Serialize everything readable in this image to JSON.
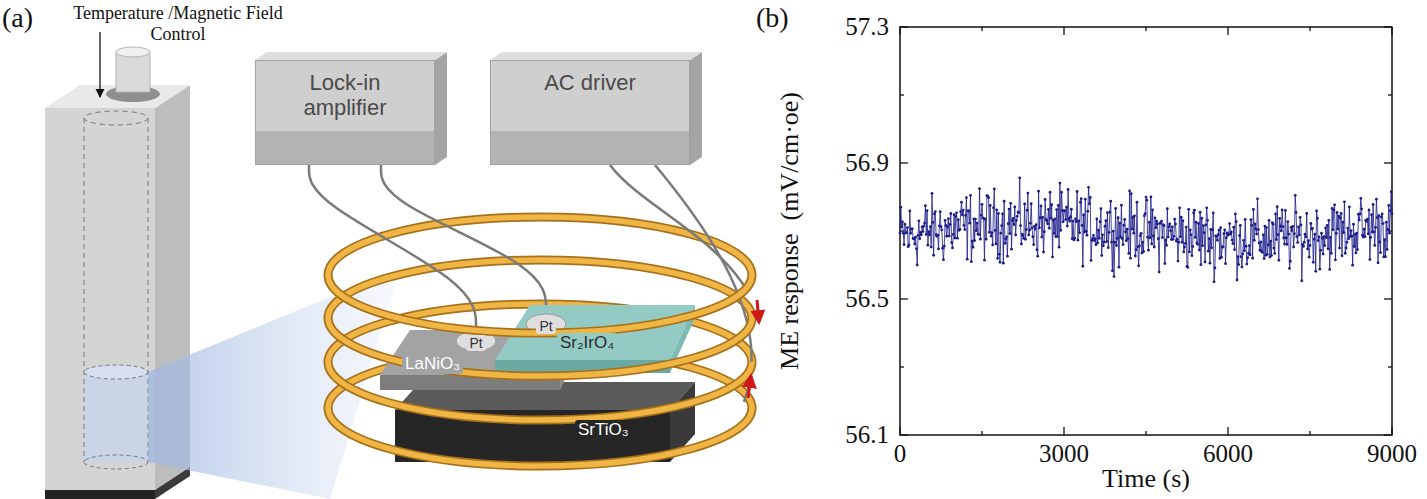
{
  "diagram": {
    "nodes": [
      {
        "text": [
          "Lock-in amplifier"
        ]
      },
      {
        "text": [
          "AC driver"
        ]
      },
      {
        "text": [
          "LaNiO₃"
        ]
      },
      {
        "text": [
          "Pt"
        ],
        "in": 2
      },
      {
        "text": [
          "Sr₂IrO₄"
        ]
      },
      {
        "text": [
          "Pt"
        ],
        "in": 4
      },
      {
        "text": [
          "SrTiO₃"
        ]
      }
    ],
    "edges": [
      {
        "from": 0,
        "to": 3,
        "arrow": "none"
      },
      {
        "from": 0,
        "to": 5,
        "arrow": "none"
      }
    ],
    "labels": [
      "(a)",
      "Temperature /Magnetic Field Control",
      "(b)",
      "57.3",
      "56.9",
      "56.5",
      "56.1",
      "0",
      "3000",
      "6000",
      "9000",
      "ME response  (mV/cm·oe)",
      "Time (s)"
    ]
  }
}
